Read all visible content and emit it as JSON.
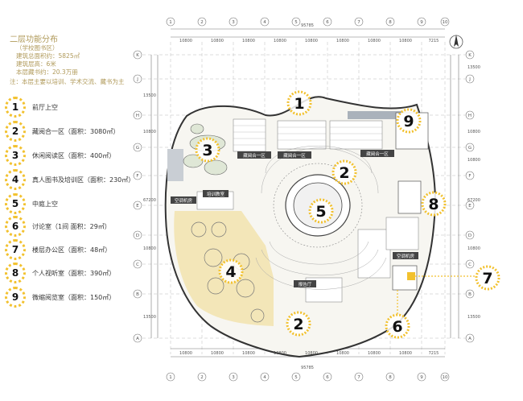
{
  "title": "二层功能分布",
  "meta_lines": [
    "（学校图书区）",
    "建筑总面积约：5825㎡",
    "建筑层高：6米",
    "本层藏书约：20.3万册"
  ],
  "note": "注：本层主要以培训、学术交流、藏书为主",
  "legend": [
    {
      "num": "1",
      "label": "前厅上空"
    },
    {
      "num": "2",
      "label": "藏阅合一区（面积：3080㎡）"
    },
    {
      "num": "3",
      "label": "休闲阅读区（面积：400㎡）"
    },
    {
      "num": "4",
      "label": "真人图书及培训区（面积：230㎡）"
    },
    {
      "num": "5",
      "label": "中庭上空"
    },
    {
      "num": "6",
      "label": "讨论室（1间  面积：29㎡）"
    },
    {
      "num": "7",
      "label": "楼层办公区（面积：48㎡）"
    },
    {
      "num": "8",
      "label": "个人视听室（面积：390㎡）"
    },
    {
      "num": "9",
      "label": "微缩阅览室（面积：150㎡）"
    }
  ],
  "dims_top_total": "95785",
  "dims_bottom_total": "95785",
  "dims_segments": [
    "10800",
    "10800",
    "10800",
    "10800",
    "10800",
    "10800",
    "10800",
    "10800",
    "7215"
  ],
  "dims_right": [
    "13500",
    "10800",
    "10800",
    "67200",
    "10800",
    "13500"
  ],
  "dims_left": [
    "13500",
    "10800",
    "67200",
    "10800",
    "13500"
  ],
  "grid_cols": [
    "1",
    "2",
    "3",
    "4",
    "5",
    "6",
    "7",
    "8",
    "9",
    "10"
  ],
  "grid_rows": [
    "K",
    "J",
    "H",
    "G",
    "F",
    "E",
    "D",
    "C",
    "B",
    "A"
  ],
  "room_labels": {
    "r1": "藏阅合一区",
    "r2": "藏阅合一区",
    "r3": "藏阅合一区",
    "r4": "空调机房",
    "r5": "培训教室",
    "r6": "空调机房",
    "r7": "报告厅"
  },
  "map_markers": [
    "1",
    "2",
    "3",
    "4",
    "5",
    "2",
    "6",
    "7",
    "8",
    "9"
  ]
}
